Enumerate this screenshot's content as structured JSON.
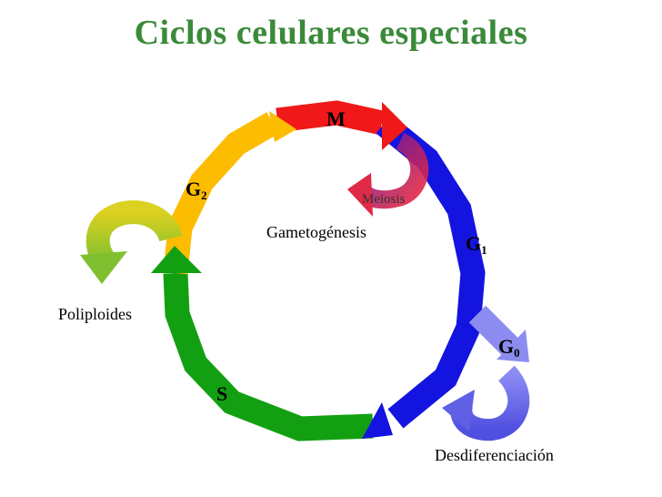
{
  "title": "Ciclos celulares especiales",
  "phases": {
    "m": {
      "label": "M",
      "sub": ""
    },
    "g1": {
      "label": "G",
      "sub": "1"
    },
    "s": {
      "label": "S",
      "sub": ""
    },
    "g2": {
      "label": "G",
      "sub": "2"
    },
    "g0": {
      "label": "G",
      "sub": "0"
    }
  },
  "processes": {
    "meiosis": "Meiosis",
    "gametogenesis": "Gametogénesis",
    "polyploids": "Poliploides",
    "dedifferentiation": "Desdiferenciación"
  },
  "colors": {
    "title": "#3a8a3a",
    "m": "#f01818",
    "g1": "#1414e0",
    "s": "#12a012",
    "g2": "#fcbc00",
    "g0": "#8c8cf0",
    "dedifferentiation": "#6a6ae8",
    "meiosis": "#c81848",
    "polyploids": "#98c820"
  }
}
